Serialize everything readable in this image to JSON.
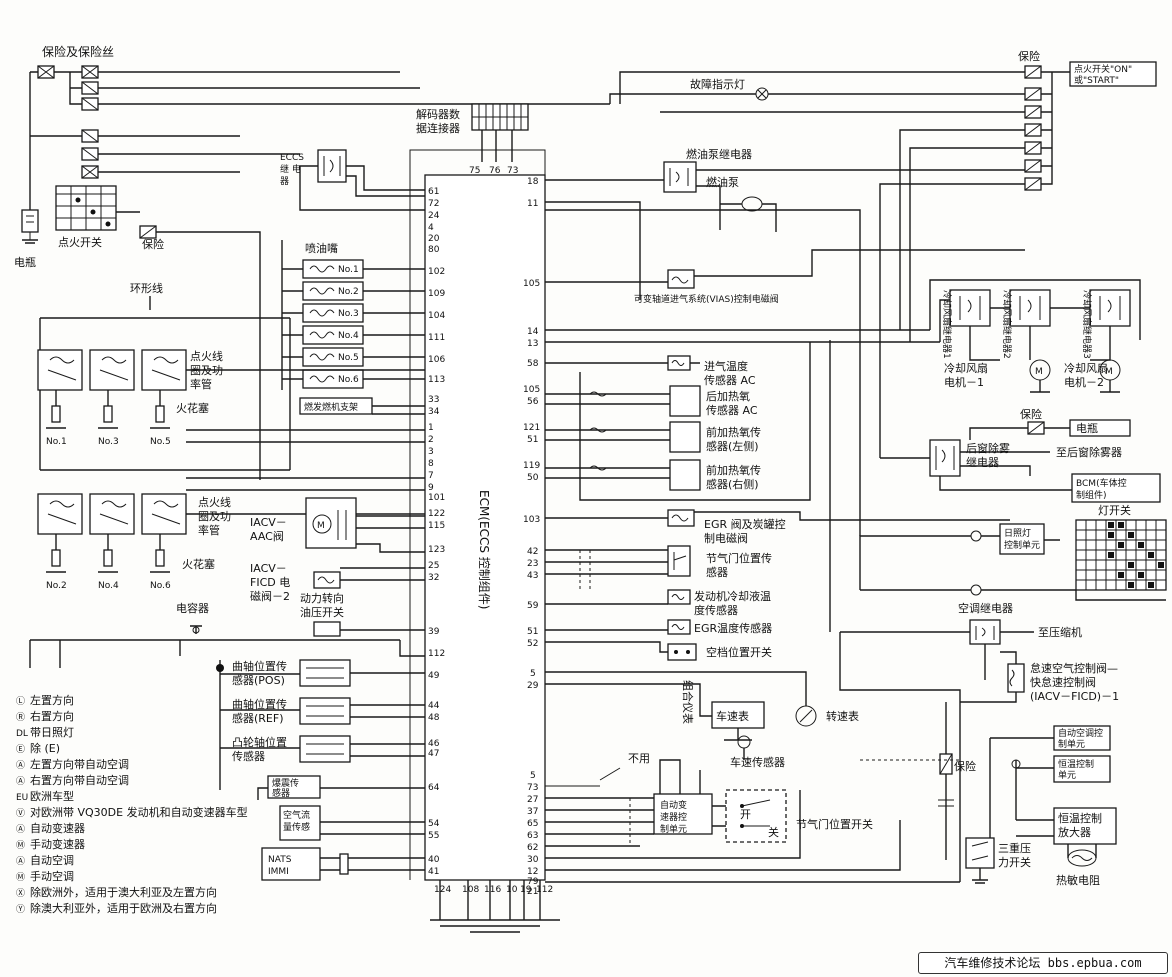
{
  "fuse_block_label": "保险及保险丝",
  "battery_label": "电瓶",
  "ignition_switch_label": "点火开关",
  "fuse_label": "保险",
  "ring_wire_label": "环形线",
  "ecm_label": "ECM(ECCS 控制组件)",
  "eccs_relay_label": "ECCS继电器",
  "data_connector_label": "解码器数据连接器",
  "data_connector_pins": [
    "75",
    "76",
    "73"
  ],
  "injector_label": "喷油嘴",
  "injectors": [
    "No.1",
    "No.2",
    "No.3",
    "No.4",
    "No.5",
    "No.6"
  ],
  "injector_harness_label": "燃发燃机支架",
  "coil_upper_label": "点火线圈及功率管",
  "coil_lower_label": "点火线圈及功率管",
  "spark_plug_label": "火花塞",
  "plugs_upper": [
    "No.1",
    "No.3",
    "No.5"
  ],
  "plugs_lower": [
    "No.2",
    "No.4",
    "No.6"
  ],
  "iacv_aac_label": "IACV－AAC阀",
  "iacv_ficd_label": "IACV－FICD电磁阀－2",
  "ps_switch_label": "动力转向油压开关",
  "capacitor_label": "电容器",
  "crank_pos_label": "曲轴位置传感器(POS)",
  "crank_ref_label": "曲轴位置传感器(REF)",
  "cam_label": "凸轮轴位置传感器",
  "knock_label": "爆震传感器",
  "maf_label": "空气流量传感器",
  "nats_label": "NATS IMMI",
  "mil_label": "故障指示灯",
  "fuel_relay_label": "燃油泵继电器",
  "fuel_pump_label": "燃油泵",
  "vias_label": "可变轴道进气系统(VIAS)控制电磁阀",
  "iat_label": "进气温度传感器AC",
  "rear_o2_label": "后加热氧传感器AC",
  "front_o2_l_label": "前加热氧传感器(左侧)",
  "front_o2_r_label": "前加热氧传感器(右侧)",
  "egr_valve_label": "EGR阀及炭罐控制电磁阀",
  "tps_label": "节气门位置传感器",
  "ect_label": "发动机冷却液温度传感器",
  "egr_temp_label": "EGR温度传感器",
  "park_neutral_label": "空档位置开关",
  "speedometer_label": "车速表",
  "tachometer_label": "转速表",
  "vss_label": "车速传感器",
  "combo_meter_label": "组合仪表",
  "not_used_label": "不用",
  "at_control_label": "自动变速器控制单元",
  "on_label": "开",
  "off_label": "关",
  "throttle_switch_label": "节气门位置开关",
  "fuse_right_label": "保险",
  "ign_on_start_label": "点火开关\"ON\"或\"START\"",
  "fan_relay_labels": [
    "冷却风扇继电器1",
    "冷却风扇继电器2",
    "冷却风扇继电器3"
  ],
  "fan_motor_1_label": "冷却风扇电机－1",
  "fan_motor_2_label": "冷却风扇电机－2",
  "fuse_battery_label": "保险",
  "battery_right_label": "电瓶",
  "rear_defog_relay_label": "后窗除雾继电器",
  "defog_label": "至后窗除雾器",
  "bcm_label": "BCM(车体控制组件)",
  "light_switch_label": "灯开关",
  "daylight_label": "日照灯控制单元",
  "ac_relay_label": "空调继电器",
  "compressor_label": "至压缩机",
  "fast_idle_label": "怠速空气控制阀—快怠速控制阀(IACV－FICD)－1",
  "auto_ac_label": "自动空调控制单元",
  "fuse_mid_label": "保险",
  "ac_switch_label": "恒温控制单元",
  "thermo_amp_label": "恒温控制放大器",
  "triple_switch_label": "三重压力开关",
  "thermistor_label": "热敏电阻",
  "left_pins": [
    "61",
    "72",
    "24",
    "4",
    "20",
    "80",
    "102",
    "109",
    "104",
    "111",
    "106",
    "113",
    "33",
    "34",
    "1",
    "2",
    "3",
    "8",
    "7",
    "9",
    "101",
    "122",
    "115",
    "123",
    "25",
    "32",
    "39",
    "112",
    "49",
    "44",
    "48",
    "46",
    "47",
    "64",
    "54",
    "55",
    "40",
    "41"
  ],
  "bottom_pins": [
    "124",
    "108",
    "116",
    "10",
    "19",
    "112"
  ],
  "right_pins": [
    "18",
    "11",
    "105",
    "14",
    "13",
    "58",
    "105",
    "56",
    "121",
    "51",
    "119",
    "50",
    "103",
    "42",
    "23",
    "43",
    "59",
    "51",
    "52",
    "5",
    "29",
    "5",
    "73",
    "27",
    "37",
    "65",
    "63",
    "62",
    "30",
    "12",
    "79",
    "21"
  ],
  "legend": [
    {
      "sym": "L",
      "text": "左置方向"
    },
    {
      "sym": "R",
      "text": "右置方向"
    },
    {
      "sym": "DL",
      "text": "带日照灯"
    },
    {
      "sym": "E",
      "text": "除 (E)"
    },
    {
      "sym": "A",
      "text": "左置方向带自动空调"
    },
    {
      "sym": "A",
      "text": "右置方向带自动空调"
    },
    {
      "sym": "EU",
      "text": "欧洲车型"
    },
    {
      "sym": "V",
      "text": "对欧洲带 VQ30DE 发动机和自动变速器车型"
    },
    {
      "sym": "A",
      "text": "自动变速器"
    },
    {
      "sym": "M",
      "text": "手动变速器"
    },
    {
      "sym": "A",
      "text": "自动空调"
    },
    {
      "sym": "M",
      "text": "手动空调"
    },
    {
      "sym": "X",
      "text": "除欧洲外，适用于澳大利亚及左置方向"
    },
    {
      "sym": "Y",
      "text": "除澳大利亚外，适用于欧洲及右置方向"
    }
  ],
  "footer": "汽车维修技术论坛 bbs.epbua.com"
}
